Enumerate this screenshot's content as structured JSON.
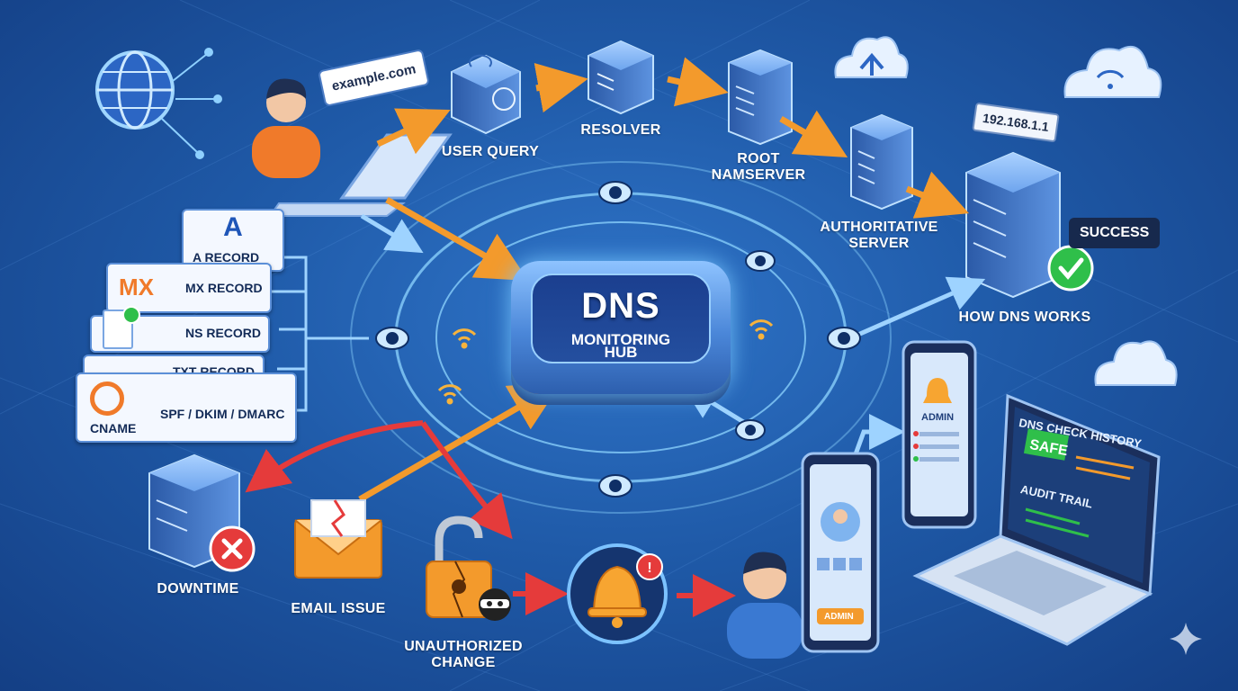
{
  "flow": {
    "bubble_text": "example.com",
    "user_query": "USER QUERY",
    "resolver": "RESOLVER",
    "root_line1": "ROOT",
    "root_line2": "NAMSERVER",
    "auth_line1": "AUTHORITATIVE",
    "auth_line2": "SERVER",
    "ip_address": "192.168.1.1",
    "success": "SUCCESS",
    "how_dns_works": "HOW DNS WORKS"
  },
  "hub": {
    "title": "DNS",
    "subtitle_line1": "MONITORING",
    "subtitle_line2": "HUB"
  },
  "records": [
    {
      "glyph": "A",
      "label": "A RECORD"
    },
    {
      "glyph": "MX",
      "label": "MX RECORD"
    },
    {
      "glyph": "",
      "label": "NS RECORD"
    },
    {
      "glyph": "",
      "label": "TXT RECORD"
    },
    {
      "glyph": "",
      "label": "SPF / DKIM / DMARC"
    },
    {
      "glyph": "",
      "label": "CNAME"
    }
  ],
  "alerts": {
    "downtime": "DOWNTIME",
    "email_issue": "EMAIL ISSUE",
    "unauth_line1": "UNAUTHORIZED",
    "unauth_line2": "CHANGE"
  },
  "devices": {
    "phone_admin": "ADMIN",
    "phone2_admin": "ADMIN",
    "laptop_title": "DNS CHECK HISTORY",
    "laptop_safe": "SAFE",
    "laptop_audit": "AUDIT TRAIL"
  },
  "colors": {
    "flow_arrow": "#f39a2c",
    "alert_arrow": "#e53b3b",
    "ok_green": "#2fbf4a",
    "error_red": "#e53b3b",
    "link_blue": "#8cc8ff"
  }
}
